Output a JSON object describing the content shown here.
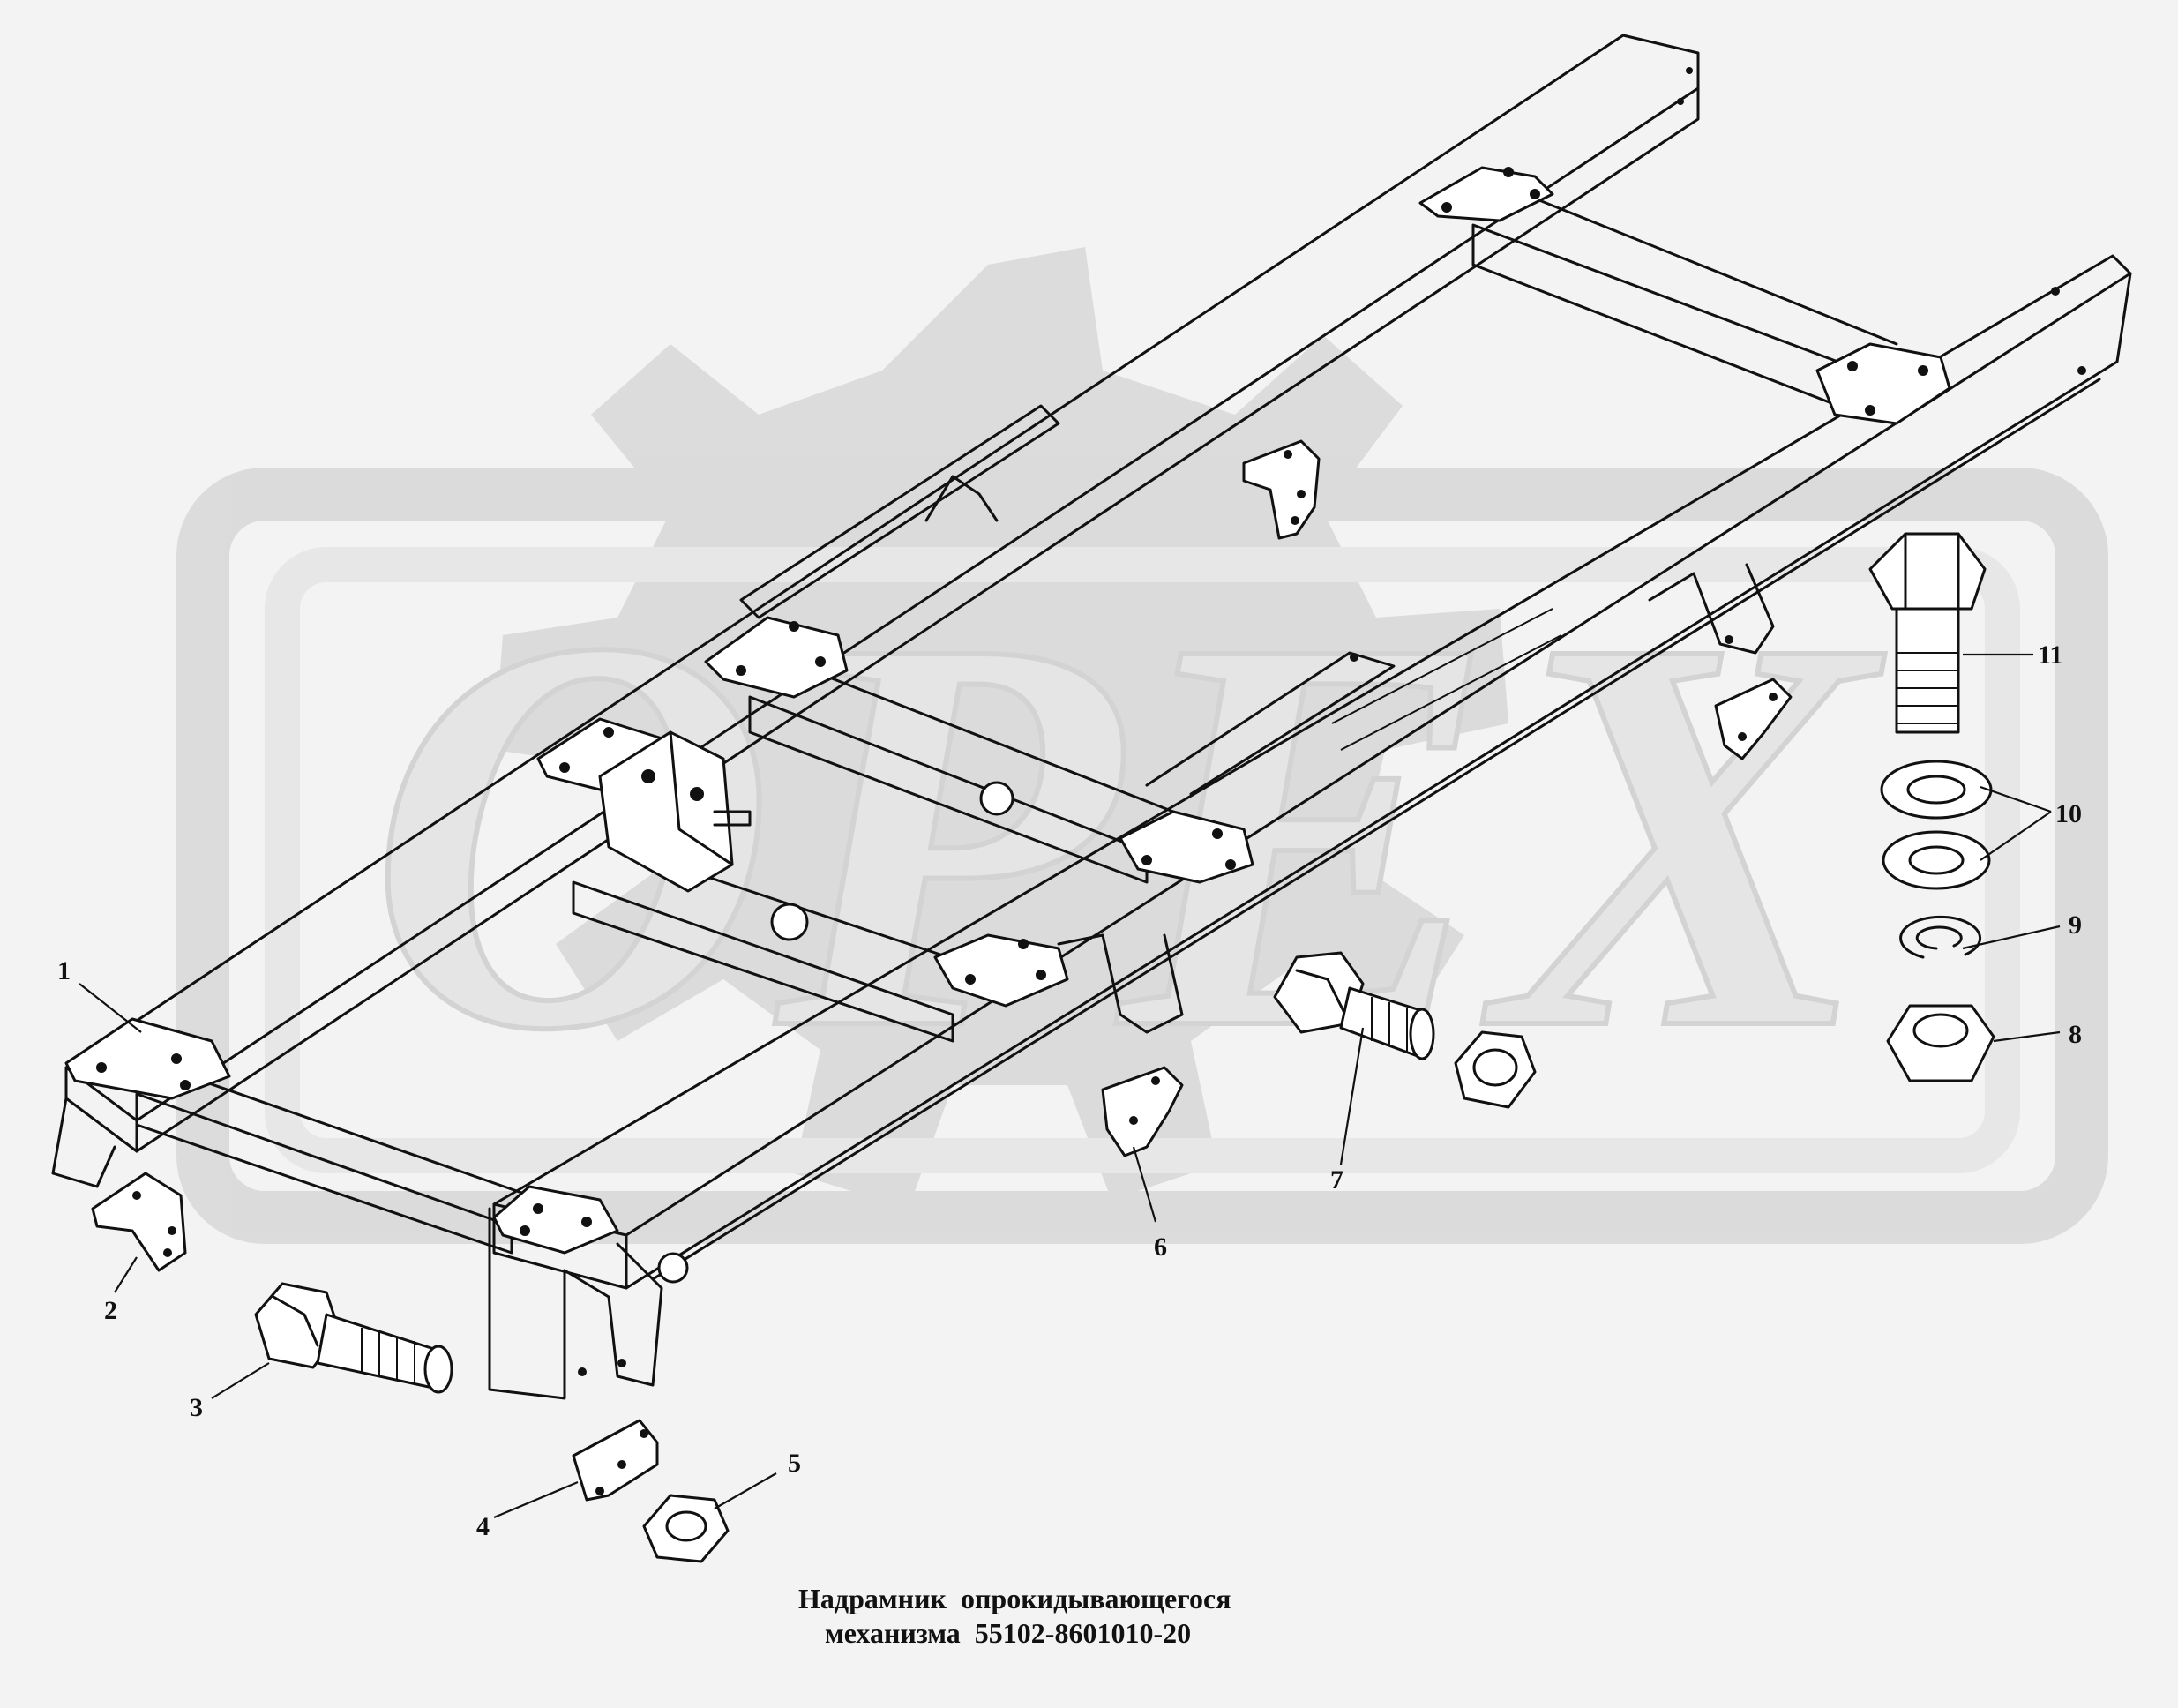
{
  "watermark": {
    "text": "OPEX",
    "color": "#d8d8d8"
  },
  "caption": {
    "line1": "Надрамник  опрокидывающегося",
    "line2": "механизма  55102-8601010-20"
  },
  "callouts": [
    {
      "id": "1",
      "label": "1"
    },
    {
      "id": "2",
      "label": "2"
    },
    {
      "id": "3",
      "label": "3"
    },
    {
      "id": "4",
      "label": "4"
    },
    {
      "id": "5",
      "label": "5"
    },
    {
      "id": "6",
      "label": "6"
    },
    {
      "id": "7",
      "label": "7"
    },
    {
      "id": "8",
      "label": "8"
    },
    {
      "id": "9",
      "label": "9"
    },
    {
      "id": "10",
      "label": "10"
    },
    {
      "id": "11",
      "label": "11"
    }
  ],
  "colors": {
    "ink": "#111111",
    "paper": "#f3f3f3"
  }
}
